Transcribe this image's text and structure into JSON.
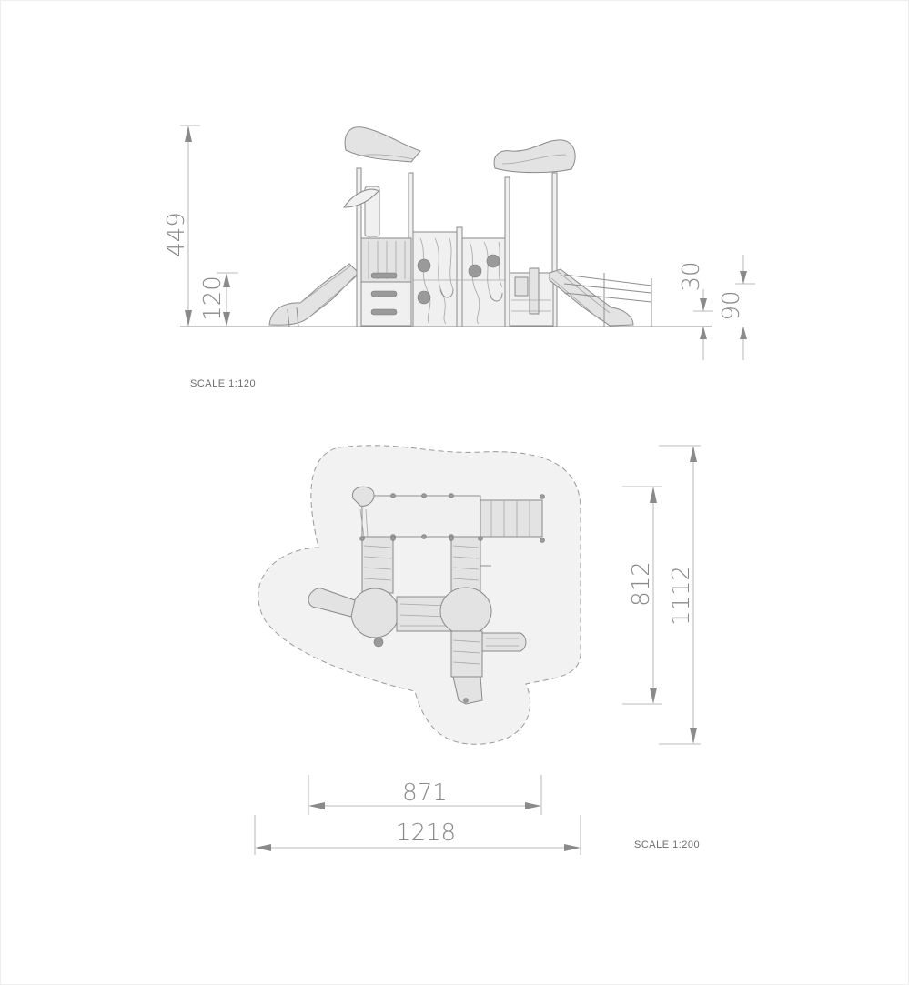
{
  "elevation": {
    "scale_label": "SCALE 1:120",
    "dimensions": {
      "total_height": "449",
      "platform_height": "120",
      "step_height": "30",
      "rail_height": "90"
    }
  },
  "plan": {
    "scale_label": "SCALE 1:200",
    "dimensions": {
      "equipment_width": "871",
      "safety_zone_width": "1218",
      "equipment_depth": "812",
      "safety_zone_depth": "1112"
    }
  },
  "colors": {
    "line": "#8f8f8f",
    "fill": "#e3e3e3",
    "safety_zone": "#f2f2f2",
    "text": "#8a8a8a"
  }
}
